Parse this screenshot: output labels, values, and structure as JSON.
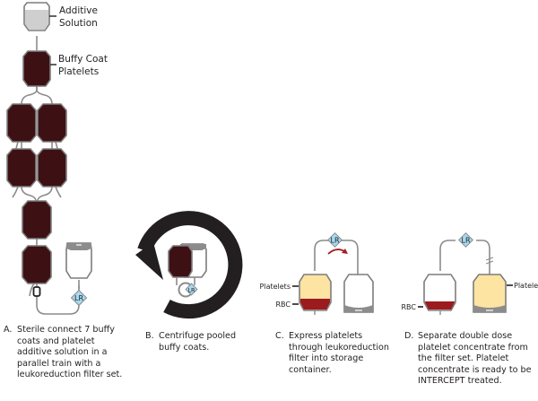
{
  "panel_a": {
    "labels": {
      "additive_solution": [
        "Additive",
        "Solution"
      ],
      "buffy_coat_platelets": [
        "Buffy Coat",
        "Platelets"
      ]
    },
    "buffy_coat_count": 7,
    "filter_label": "LR",
    "caption": {
      "letter": "A.",
      "text": "Sterile connect 7 buffy coats and platelet additive solution in a parallel train with a leukoreduction filter set."
    }
  },
  "panel_b": {
    "filter_label": "LR",
    "caption": {
      "letter": "B.",
      "text": "Centrifuge pooled buffy coats."
    }
  },
  "panel_c": {
    "filter_label": "LR",
    "labels": {
      "platelets": "Platelets",
      "rbc": "RBC"
    },
    "caption": {
      "letter": "C.",
      "text": "Express platelets through leukoreduction filter into storage container."
    }
  },
  "panel_d": {
    "filter_label": "LR",
    "labels": {
      "platelets": "Platelets",
      "rbc": "RBC"
    },
    "caption": {
      "letter": "D.",
      "text": "Separate double dose platelet concentrate from the filter set.   Platelet concentrate is ready to be INTERCEPT treated."
    }
  },
  "colors": {
    "blood_bag": "#3d1014",
    "additive_fill": "#cfcfcf",
    "bag_outline": "#7d7d7d",
    "platelet_fill": "#fde4a3",
    "rbc_fill": "#9b1b1e",
    "filter_fill": "#a6d8f0",
    "centrifuge_arrow": "#231f20",
    "flow_arrow": "#a11e22"
  }
}
